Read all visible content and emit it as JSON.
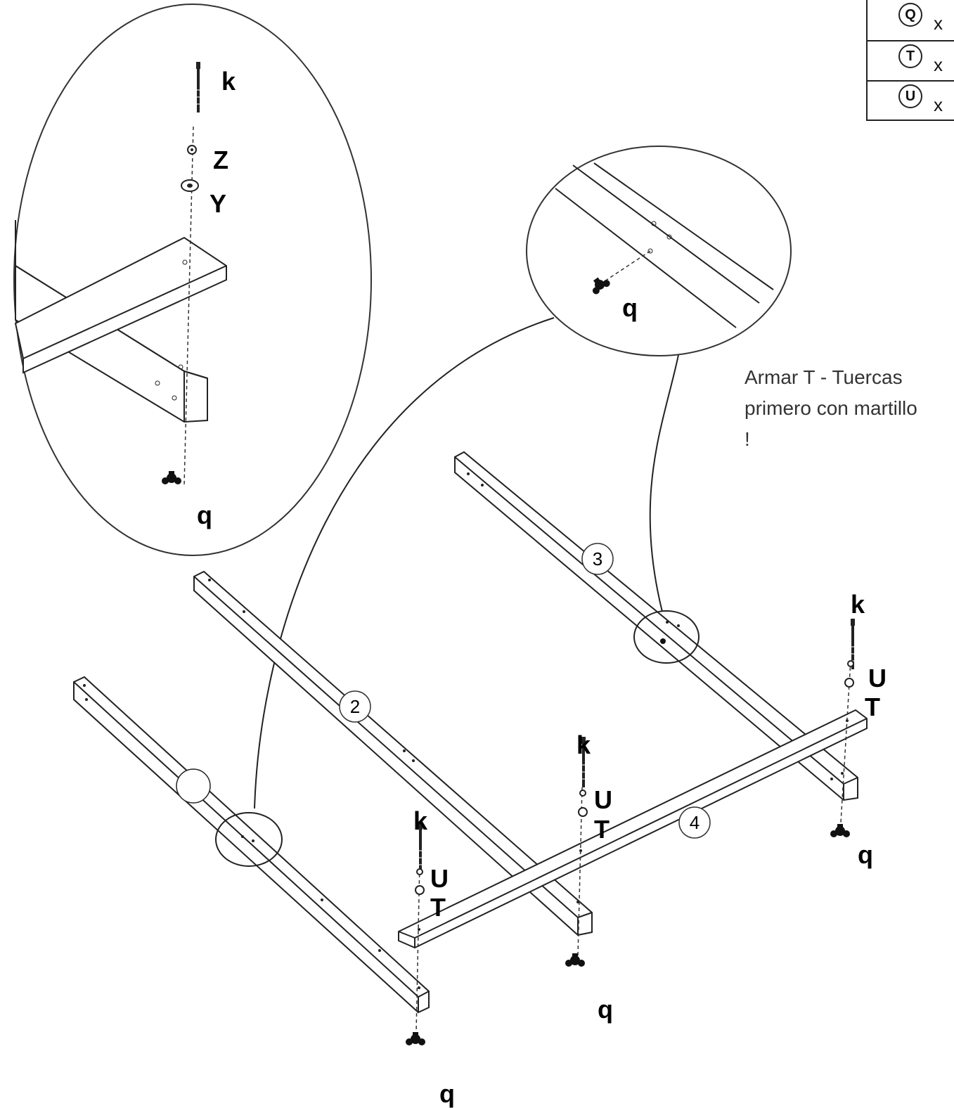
{
  "parts_table": [
    {
      "letter": "Q",
      "qty": "x"
    },
    {
      "letter": "T",
      "qty": "x"
    },
    {
      "letter": "U",
      "qty": "x"
    }
  ],
  "note": "Armar T - Tuercas\nprimero con martillo\n!",
  "detail_left_labels": {
    "bolt": "k",
    "washer_small": "Z",
    "washer_large": "Y",
    "nut": "q"
  },
  "detail_right_labels": {
    "nut": "q"
  },
  "beam_numbers": [
    "2",
    "3",
    "4"
  ],
  "hardware_labels": {
    "bolt": "k",
    "washer_u": "U",
    "washer_t": "T",
    "nut": "q"
  }
}
